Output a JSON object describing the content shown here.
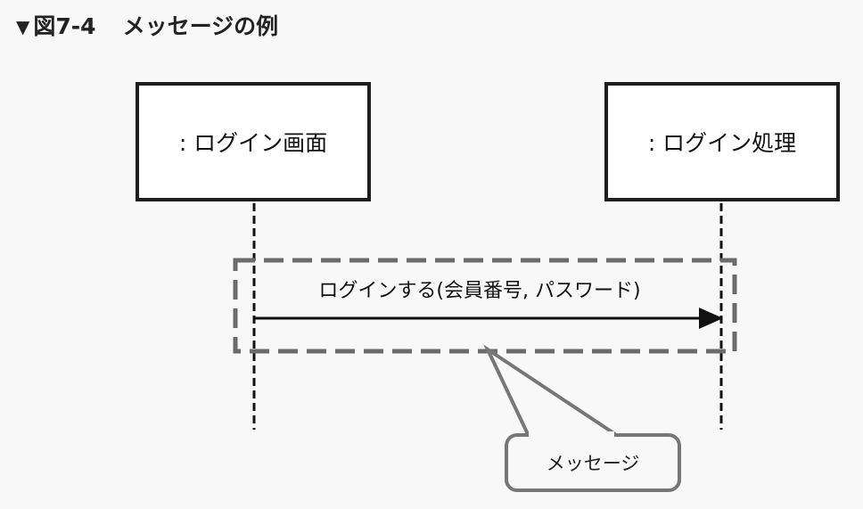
{
  "figure": {
    "marker": "▼",
    "number": "図7-4",
    "title": "メッセージの例"
  },
  "objects": {
    "left_label": ": ログイン画面",
    "right_label": ": ログイン処理"
  },
  "message": {
    "label": "ログインする(会員番号, パスワード)"
  },
  "callout": {
    "label": "メッセージ"
  },
  "colors": {
    "box_border": "#1e1e1e",
    "highlight_gray": "#6b6b6b",
    "arrow": "#111111",
    "background": "#f8f8f8"
  }
}
